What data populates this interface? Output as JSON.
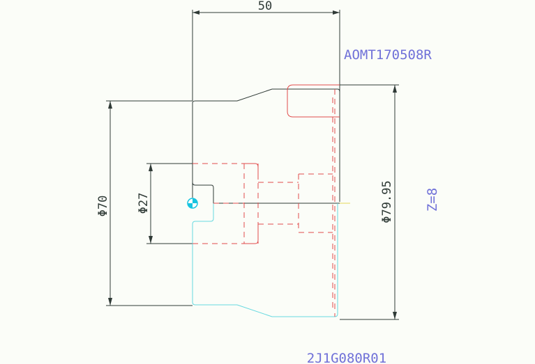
{
  "drawing": {
    "dim_length": "50",
    "dim_outer_left": "Φ70",
    "dim_bore": "Φ27",
    "dim_outer_right": "Φ79.95",
    "tool_code": "AOMT170508R",
    "teeth_count": "Z=8",
    "part_code": "2J1G080R01"
  },
  "colors": {
    "outline_upper": "#2f3a36",
    "outline_lower": "#67d9e0",
    "hidden_lines": "#e14b4b",
    "annotation": "#6f70d8",
    "center_mark": "#17c4e0"
  }
}
